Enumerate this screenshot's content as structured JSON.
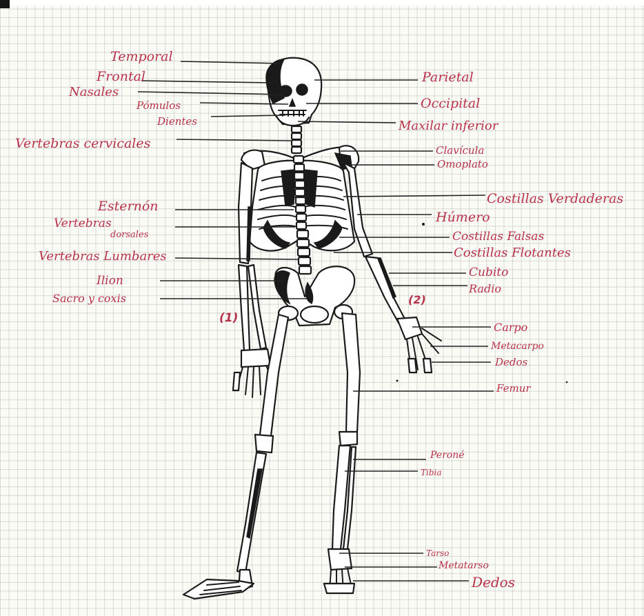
{
  "labels_left": [
    {
      "id": "temporal",
      "text": "Temporal"
    },
    {
      "id": "frontal",
      "text": "Frontal"
    },
    {
      "id": "nasales",
      "text": "Nasales"
    },
    {
      "id": "pomulos",
      "text": "Pómulos"
    },
    {
      "id": "dientes",
      "text": "Dientes"
    },
    {
      "id": "vertebras-cervicales",
      "text": "Vertebras cervicales"
    },
    {
      "id": "esternon",
      "text": "Esternón"
    },
    {
      "id": "vertebras-dorsales-1",
      "text": "Vertebras"
    },
    {
      "id": "vertebras-dorsales-2",
      "text": "dorsales"
    },
    {
      "id": "vertebras-lumbares",
      "text": "Vertebras Lumbares"
    },
    {
      "id": "ilion",
      "text": "Ilion"
    },
    {
      "id": "sacro-y-coxis",
      "text": "Sacro y coxis"
    }
  ],
  "labels_right": [
    {
      "id": "parietal",
      "text": "Parietal"
    },
    {
      "id": "occipital",
      "text": "Occipital"
    },
    {
      "id": "maxilar-inferior",
      "text": "Maxilar inferior"
    },
    {
      "id": "clavicula",
      "text": "Clavícula"
    },
    {
      "id": "omoplato",
      "text": "Omoplato"
    },
    {
      "id": "costillas-verdaderas",
      "text": "Costillas Verdaderas"
    },
    {
      "id": "humero",
      "text": "Húmero"
    },
    {
      "id": "costillas-falsas",
      "text": "Costillas Falsas"
    },
    {
      "id": "costillas-flotantes",
      "text": "Costillas Flotantes"
    },
    {
      "id": "cubito",
      "text": "Cubito"
    },
    {
      "id": "radio",
      "text": "Radio"
    },
    {
      "id": "carpo",
      "text": "Carpo"
    },
    {
      "id": "metacarpo",
      "text": "Metacarpo"
    },
    {
      "id": "dedos-mano",
      "text": "Dedos"
    },
    {
      "id": "femur",
      "text": "Femur"
    },
    {
      "id": "perone",
      "text": "Peroné"
    },
    {
      "id": "tibia",
      "text": "Tibia"
    },
    {
      "id": "tarso",
      "text": "Tarso"
    },
    {
      "id": "metatarso",
      "text": "Metatarso"
    },
    {
      "id": "dedos-pie",
      "text": "Dedos"
    }
  ],
  "markers": [
    {
      "id": "marker-1",
      "text": "(1)"
    },
    {
      "id": "marker-2",
      "text": "(2)"
    }
  ],
  "colors": {
    "ink_labels": "#b8324a",
    "ink_drawing": "#1a1a1a",
    "grid": "#8a9296",
    "paper": "#fbfbf6"
  }
}
